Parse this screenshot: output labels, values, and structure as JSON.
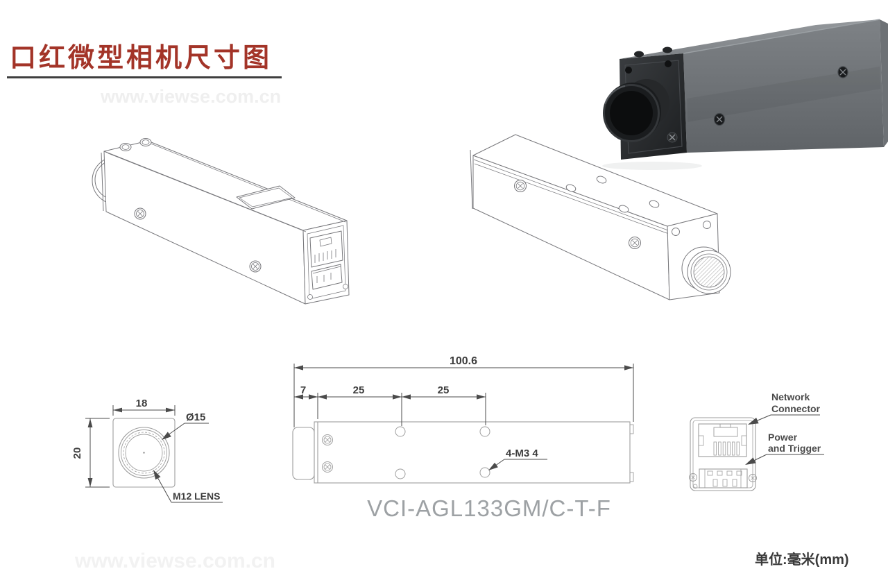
{
  "title": "口红微型相机尺寸图",
  "watermark": {
    "text": "www.viewse.com.cn"
  },
  "model_number": "VCI-AGL133GM/C-T-F",
  "unit_note": "单位:毫米(mm)",
  "colors": {
    "accent_red": "#a33428",
    "underline": "#3f3f3f",
    "drawing_line": "#9d9d9d",
    "dimension_line": "#4b4b4b",
    "model_text": "#9da1a4",
    "watermark_text": "#efefef",
    "photo_body_gray": "#7a7e82",
    "photo_front_dark": "#202225"
  },
  "views": {
    "front": {
      "width": "18",
      "height": "20",
      "lens_diameter": "Ø15",
      "lens_type": "M12 LENS"
    },
    "side": {
      "overall_length": "100.6",
      "cap_length": "7",
      "hole_pitch_1": "25",
      "hole_pitch_2": "25",
      "thread_note": "4-M3 4"
    },
    "rear": {
      "network_line1": "Network",
      "network_line2": "Connector",
      "power_line1": "Power",
      "power_line2": "and Trigger"
    }
  }
}
